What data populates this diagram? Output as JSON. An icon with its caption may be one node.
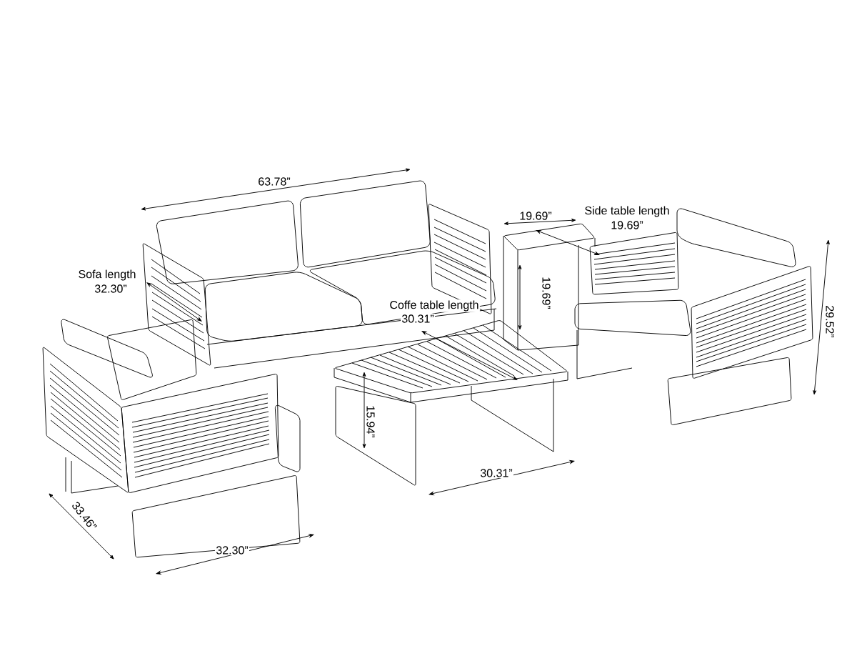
{
  "diagram": {
    "labels": [
      "63.78”",
      "19.69”",
      "Side table length",
      "19.69”",
      "Sofa length",
      "32.30”",
      "Coffe table length",
      "30.31”",
      "19.69”",
      "29.52”",
      "15.94”",
      "30.31”",
      "33.46”",
      "32.30”"
    ]
  }
}
